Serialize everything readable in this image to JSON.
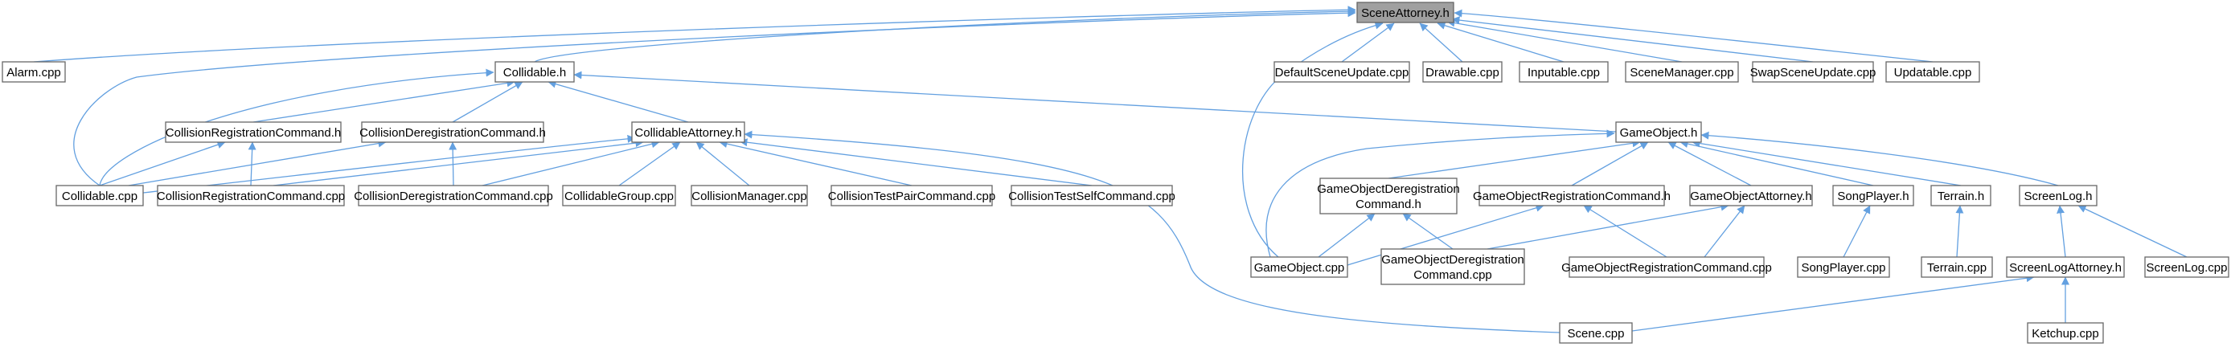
{
  "nodes": {
    "scene_attorney_h": "SceneAttorney.h",
    "alarm_cpp": "Alarm.cpp",
    "collidable_h": "Collidable.h",
    "default_scene_update_cpp": "DefaultSceneUpdate.cpp",
    "drawable_cpp": "Drawable.cpp",
    "inputable_cpp": "Inputable.cpp",
    "scene_manager_cpp": "SceneManager.cpp",
    "swap_scene_update_cpp": "SwapSceneUpdate.cpp",
    "updatable_cpp": "Updatable.cpp",
    "collision_registration_command_h": "CollisionRegistrationCommand.h",
    "collision_deregistration_command_h": "CollisionDeregistrationCommand.h",
    "collidable_attorney_h": "CollidableAttorney.h",
    "game_object_h": "GameObject.h",
    "collidable_cpp": "Collidable.cpp",
    "collision_registration_command_cpp": "CollisionRegistrationCommand.cpp",
    "collision_deregistration_command_cpp": "CollisionDeregistrationCommand.cpp",
    "collidable_group_cpp": "CollidableGroup.cpp",
    "collision_manager_cpp": "CollisionManager.cpp",
    "collision_test_pair_command_cpp": "CollisionTestPairCommand.cpp",
    "collision_test_self_command_cpp": "CollisionTestSelfCommand.cpp",
    "game_object_deregistration_command_h_line1": "GameObjectDeregistration",
    "game_object_deregistration_command_h_line2": "Command.h",
    "game_object_registration_command_h": "GameObjectRegistrationCommand.h",
    "game_object_attorney_h": "GameObjectAttorney.h",
    "song_player_h": "SongPlayer.h",
    "terrain_h": "Terrain.h",
    "screen_log_h": "ScreenLog.h",
    "game_object_cpp": "GameObject.cpp",
    "game_object_deregistration_command_cpp_line1": "GameObjectDeregistration",
    "game_object_deregistration_command_cpp_line2": "Command.cpp",
    "game_object_registration_command_cpp": "GameObjectRegistrationCommand.cpp",
    "song_player_cpp": "SongPlayer.cpp",
    "terrain_cpp": "Terrain.cpp",
    "screen_log_attorney_h": "ScreenLogAttorney.h",
    "screen_log_cpp": "ScreenLog.cpp",
    "scene_cpp": "Scene.cpp",
    "ketchup_cpp": "Ketchup.cpp"
  },
  "edges": [
    [
      "alarm_cpp",
      "scene_attorney_h"
    ],
    [
      "collidable_h",
      "scene_attorney_h"
    ],
    [
      "default_scene_update_cpp",
      "scene_attorney_h"
    ],
    [
      "drawable_cpp",
      "scene_attorney_h"
    ],
    [
      "inputable_cpp",
      "scene_attorney_h"
    ],
    [
      "scene_manager_cpp",
      "scene_attorney_h"
    ],
    [
      "swap_scene_update_cpp",
      "scene_attorney_h"
    ],
    [
      "updatable_cpp",
      "scene_attorney_h"
    ],
    [
      "collidable_cpp",
      "scene_attorney_h"
    ],
    [
      "game_object_cpp",
      "scene_attorney_h"
    ],
    [
      "collision_registration_command_h",
      "collidable_h"
    ],
    [
      "collision_deregistration_command_h",
      "collidable_h"
    ],
    [
      "collidable_attorney_h",
      "collidable_h"
    ],
    [
      "game_object_h",
      "collidable_h"
    ],
    [
      "collidable_cpp",
      "collidable_h"
    ],
    [
      "collidable_cpp",
      "collision_registration_command_h"
    ],
    [
      "collision_registration_command_cpp",
      "collision_registration_command_h"
    ],
    [
      "collidable_cpp",
      "collision_deregistration_command_h"
    ],
    [
      "collision_deregistration_command_cpp",
      "collision_deregistration_command_h"
    ],
    [
      "collidable_cpp",
      "collidable_attorney_h"
    ],
    [
      "collision_registration_command_cpp",
      "collidable_attorney_h"
    ],
    [
      "collision_deregistration_command_cpp",
      "collidable_attorney_h"
    ],
    [
      "collidable_group_cpp",
      "collidable_attorney_h"
    ],
    [
      "collision_manager_cpp",
      "collidable_attorney_h"
    ],
    [
      "collision_test_pair_command_cpp",
      "collidable_attorney_h"
    ],
    [
      "collision_test_self_command_cpp",
      "collidable_attorney_h"
    ],
    [
      "scene_cpp",
      "collidable_attorney_h"
    ],
    [
      "game_object_deregistration_command_h",
      "game_object_h"
    ],
    [
      "game_object_registration_command_h",
      "game_object_h"
    ],
    [
      "game_object_attorney_h",
      "game_object_h"
    ],
    [
      "song_player_h",
      "game_object_h"
    ],
    [
      "terrain_h",
      "game_object_h"
    ],
    [
      "screen_log_h",
      "game_object_h"
    ],
    [
      "game_object_cpp",
      "game_object_h"
    ],
    [
      "game_object_cpp",
      "game_object_deregistration_command_h"
    ],
    [
      "game_object_deregistration_command_cpp",
      "game_object_deregistration_command_h"
    ],
    [
      "game_object_cpp",
      "game_object_registration_command_h"
    ],
    [
      "game_object_registration_command_cpp",
      "game_object_registration_command_h"
    ],
    [
      "game_object_deregistration_command_cpp",
      "game_object_attorney_h"
    ],
    [
      "game_object_registration_command_cpp",
      "game_object_attorney_h"
    ],
    [
      "song_player_cpp",
      "song_player_h"
    ],
    [
      "terrain_cpp",
      "terrain_h"
    ],
    [
      "screen_log_attorney_h",
      "screen_log_h"
    ],
    [
      "screen_log_cpp",
      "screen_log_h"
    ],
    [
      "scene_cpp",
      "screen_log_attorney_h"
    ],
    [
      "ketchup_cpp",
      "screen_log_attorney_h"
    ]
  ],
  "colors": {
    "edge": "#63a0e0",
    "node_border": "#666666",
    "root_fill": "#a0a0a0",
    "node_fill": "#ffffff"
  }
}
